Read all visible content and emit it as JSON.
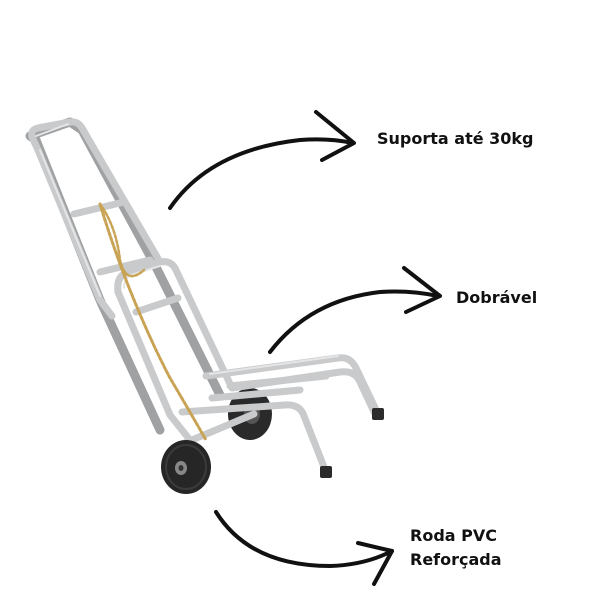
{
  "features": {
    "capacity": "Suporta até 30kg",
    "foldable": "Dobrável",
    "wheel_line1": "Roda PVC",
    "wheel_line2": "Reforçada"
  },
  "colors": {
    "background": "#ffffff",
    "frame": "#c9cacb",
    "frame_shadow": "#9fa1a3",
    "wheel": "#262626",
    "rope": "#c9a354",
    "arrow": "#111111"
  }
}
